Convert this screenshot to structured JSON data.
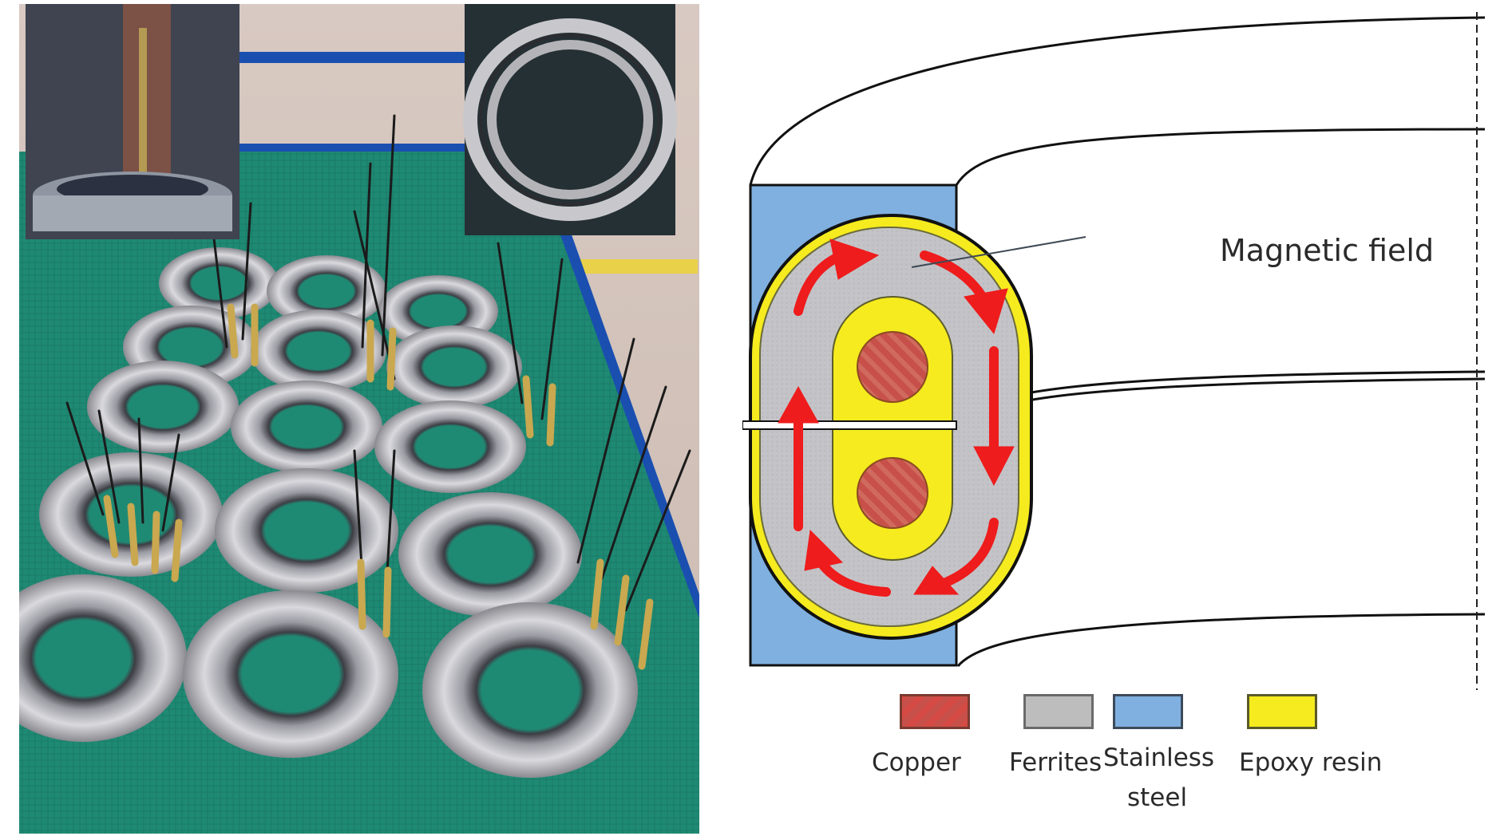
{
  "figure": {
    "left_panel": {
      "type": "photograph",
      "subject": "stacked stainless steel rings with gold connectors and black leads on green mat",
      "insets": [
        {
          "id": "inset-left",
          "subject": "single connector pin on ring (close-up)"
        },
        {
          "id": "inset-right",
          "subject": "single stainless steel ring (close-up)"
        }
      ]
    },
    "right_panel": {
      "type": "cross-section diagram",
      "callout": {
        "label": "Magnetic field"
      },
      "legend": [
        {
          "label": "Copper",
          "color": "#c8504a"
        },
        {
          "label": "Ferrites",
          "color": "#bdbdbd"
        },
        {
          "label_line1": "Stainless",
          "label_line2": "steel",
          "color": "#7fb0e0"
        },
        {
          "label": "Epoxy resin",
          "color": "#f5eb1e"
        }
      ],
      "colors": {
        "stainless": "#7fb0e0",
        "epoxy": "#f5eb1e",
        "ferrite": "#c4c4c8",
        "copper": "#c8504a",
        "arrow": "#ee1c1c",
        "outline": "#111111"
      }
    }
  }
}
